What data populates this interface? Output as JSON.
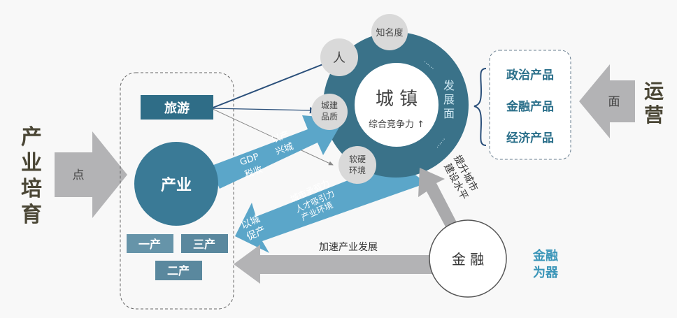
{
  "left": {
    "title_chars": [
      "产",
      "业",
      "培",
      "育"
    ],
    "arrow_label": "点"
  },
  "industry_box": {
    "tourism": "旅游",
    "industry": "产业",
    "primary": "一产",
    "tertiary": "三产",
    "secondary": "二产"
  },
  "up_arrow": {
    "line1": "GDP",
    "line2": "税收",
    "line3": "以产",
    "line4": "兴城"
  },
  "back_arrow": {
    "line1": "城市承载力",
    "line2": "人才吸引力",
    "line3": "产业环境",
    "tag1": "以城",
    "tag2": "促产"
  },
  "town": {
    "title": "城 镇",
    "subtitle": "综合竞争力 ↑",
    "ring_label": [
      "发",
      "展",
      "面"
    ],
    "nodes": {
      "fame": "知名度",
      "people": "人",
      "quality1": "城建",
      "quality2": "品质",
      "env1": "软硬",
      "env2": "环境"
    },
    "ellipsis": "……"
  },
  "right": {
    "products": [
      "政治产品",
      "金融产品",
      "经济产品"
    ],
    "arrow_label": "面",
    "title_chars": [
      "运",
      "营"
    ]
  },
  "finance": {
    "circle": "金 融",
    "up_label1": "提升城市",
    "up_label2": "建设水平",
    "bottom_label": "加速产业发展",
    "tool1": "金融",
    "tool2": "为器"
  },
  "colors": {
    "teal_dark": "#2f6d87",
    "teal_ring": "#3a7289",
    "arrow_blue": "#5ba6c9",
    "gray": "#b3b3b5",
    "product_blue": "#2a6f8a",
    "finance_blue": "#3a95b8"
  }
}
